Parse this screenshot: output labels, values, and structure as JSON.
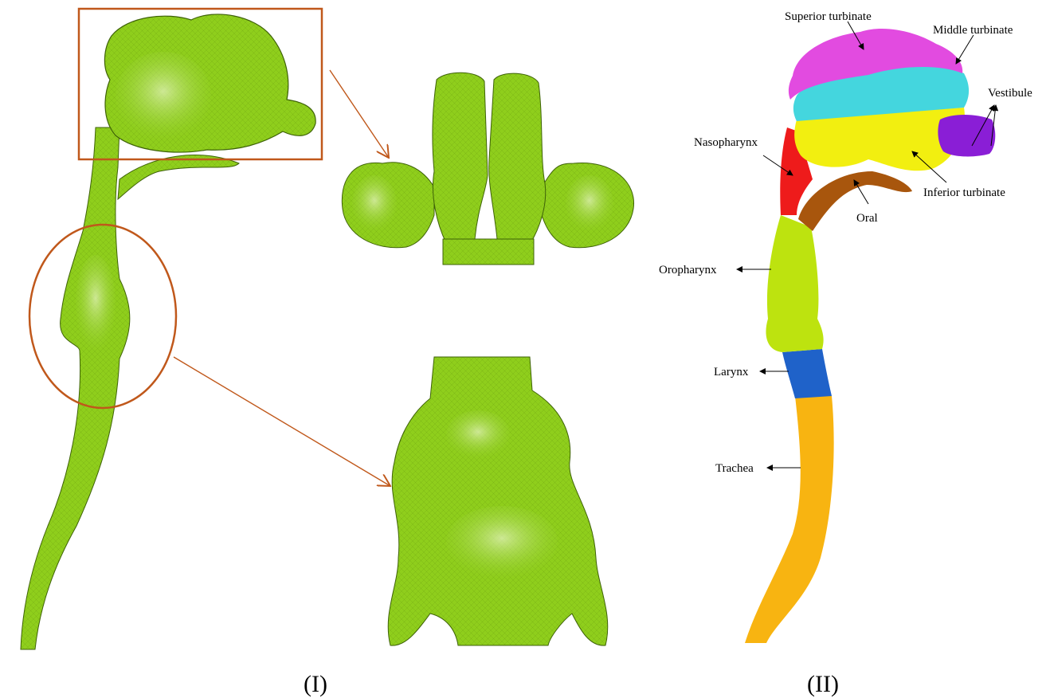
{
  "panels": {
    "left_label": "(I)",
    "right_label": "(II)"
  },
  "colors": {
    "mesh_green": "#8fce1c",
    "box_outline": "#c0581b",
    "superior_turbinate": "#e24be0",
    "middle_turbinate": "#44d6de",
    "inferior_turbinate": "#f2ef10",
    "vestibule": "#8a1ed6",
    "nasopharynx": "#ee1b1b",
    "oral": "#a8560d",
    "oropharynx": "#bde30f",
    "larynx": "#1f62c9",
    "trachea": "#f8b411"
  },
  "labels": {
    "superior_turbinate": "Superior turbinate",
    "middle_turbinate": "Middle turbinate",
    "vestibule": "Vestibule",
    "nasopharynx": "Nasopharynx",
    "inferior_turbinate": "Inferior turbinate",
    "oral": "Oral",
    "oropharynx": "Oropharynx",
    "larynx": "Larynx",
    "trachea": "Trachea"
  }
}
